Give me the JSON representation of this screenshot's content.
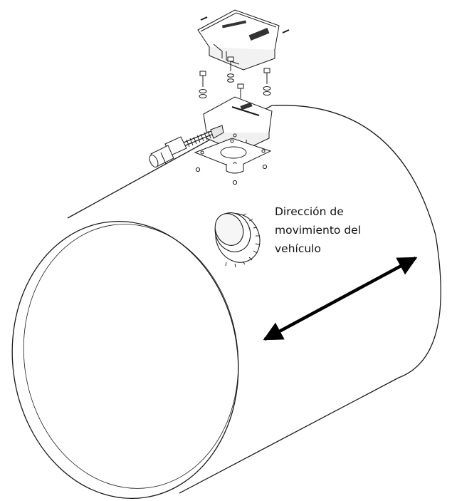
{
  "caption": {
    "lines": [
      "Dirección de",
      "movimiento del",
      "vehículo"
    ]
  },
  "colors": {
    "line": "#1a1a1a",
    "fill": "#ffffff",
    "arrow": "#000000"
  },
  "icons": {
    "tank": "cylindrical-fuel-tank",
    "sensor": "fuel-level-sensor-assembly",
    "cap": "filler-cap",
    "arrow": "double-headed-arrow"
  }
}
